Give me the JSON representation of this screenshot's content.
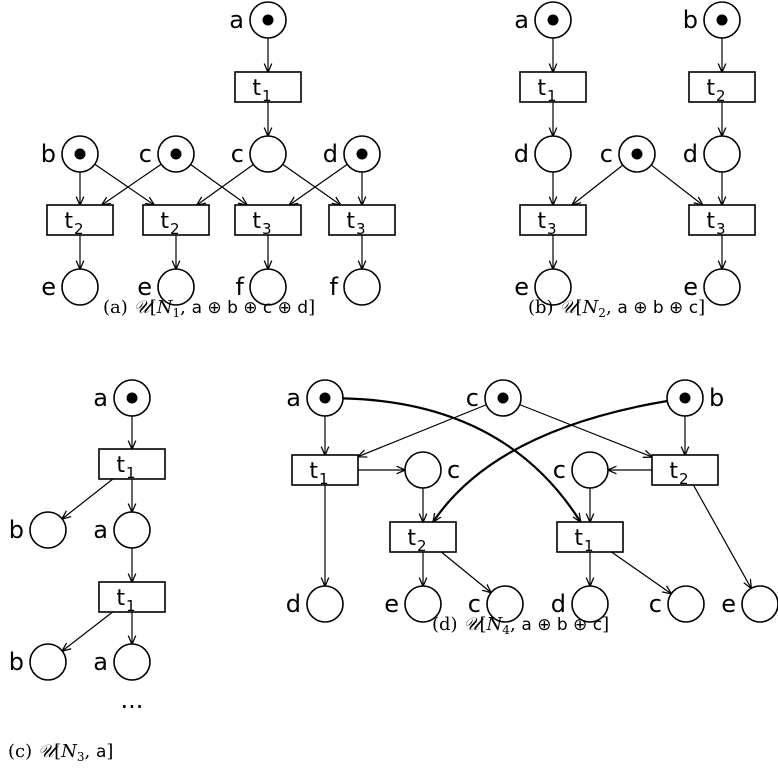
{
  "figures": [
    {
      "id": "a",
      "caption": {
        "prefix": "(a)",
        "u": "𝒰",
        "net": "N",
        "sub": "1",
        "marking": "a ⊕ b ⊕ c ⊕ d"
      },
      "places": [
        {
          "id": "a_a",
          "label": "a",
          "token": true
        },
        {
          "id": "a_b",
          "label": "b",
          "token": true
        },
        {
          "id": "a_c1",
          "label": "c",
          "token": true
        },
        {
          "id": "a_c2",
          "label": "c",
          "token": false
        },
        {
          "id": "a_d",
          "label": "d",
          "token": true
        },
        {
          "id": "a_e1",
          "label": "e",
          "token": false
        },
        {
          "id": "a_e2",
          "label": "e",
          "token": false
        },
        {
          "id": "a_f1",
          "label": "f",
          "token": false
        },
        {
          "id": "a_f2",
          "label": "f",
          "token": false
        }
      ],
      "transitions": [
        {
          "id": "a_t1",
          "name": "t",
          "sub": "1"
        },
        {
          "id": "a_t2a",
          "name": "t",
          "sub": "2"
        },
        {
          "id": "a_t2b",
          "name": "t",
          "sub": "2"
        },
        {
          "id": "a_t3a",
          "name": "t",
          "sub": "3"
        },
        {
          "id": "a_t3b",
          "name": "t",
          "sub": "3"
        }
      ]
    },
    {
      "id": "b",
      "caption": {
        "prefix": "(b)",
        "u": "𝒰",
        "net": "N",
        "sub": "2",
        "marking": "a ⊕ b ⊕ c"
      },
      "places": [
        {
          "id": "b_a",
          "label": "a",
          "token": true
        },
        {
          "id": "b_b",
          "label": "b",
          "token": true
        },
        {
          "id": "b_d1",
          "label": "d",
          "token": false
        },
        {
          "id": "b_c",
          "label": "c",
          "token": true
        },
        {
          "id": "b_d2",
          "label": "d",
          "token": false
        },
        {
          "id": "b_e1",
          "label": "e",
          "token": false
        },
        {
          "id": "b_e2",
          "label": "e",
          "token": false
        }
      ],
      "transitions": [
        {
          "id": "b_t1",
          "name": "t",
          "sub": "1"
        },
        {
          "id": "b_t2",
          "name": "t",
          "sub": "2"
        },
        {
          "id": "b_t3a",
          "name": "t",
          "sub": "3"
        },
        {
          "id": "b_t3b",
          "name": "t",
          "sub": "3"
        }
      ]
    },
    {
      "id": "c",
      "caption": {
        "prefix": "(c)",
        "u": "𝒰",
        "net": "N",
        "sub": "3",
        "marking": "a"
      },
      "places": [
        {
          "id": "c_a0",
          "label": "a",
          "token": true
        },
        {
          "id": "c_b1",
          "label": "b",
          "token": false
        },
        {
          "id": "c_a1",
          "label": "a",
          "token": false
        },
        {
          "id": "c_b2",
          "label": "b",
          "token": false
        },
        {
          "id": "c_a2",
          "label": "a",
          "token": false
        }
      ],
      "transitions": [
        {
          "id": "c_t1a",
          "name": "t",
          "sub": "1"
        },
        {
          "id": "c_t1b",
          "name": "t",
          "sub": "1"
        }
      ],
      "continuation": "..."
    },
    {
      "id": "d",
      "caption": {
        "prefix": "(d)",
        "u": "𝒰",
        "net": "N",
        "sub": "4",
        "marking": "a ⊕ b ⊕ c"
      },
      "places": [
        {
          "id": "d_a",
          "label": "a",
          "token": true
        },
        {
          "id": "d_c",
          "label": "c",
          "token": true
        },
        {
          "id": "d_b",
          "label": "b",
          "token": true
        },
        {
          "id": "d_c1",
          "label": "c",
          "token": false
        },
        {
          "id": "d_c2",
          "label": "c",
          "token": false
        },
        {
          "id": "d_d1",
          "label": "d",
          "token": false
        },
        {
          "id": "d_e1",
          "label": "e",
          "token": false
        },
        {
          "id": "d_c3",
          "label": "c",
          "token": false
        },
        {
          "id": "d_d2",
          "label": "d",
          "token": false
        },
        {
          "id": "d_c4",
          "label": "c",
          "token": false
        },
        {
          "id": "d_e2",
          "label": "e",
          "token": false
        }
      ],
      "transitions": [
        {
          "id": "d_t1a",
          "name": "t",
          "sub": "1"
        },
        {
          "id": "d_t2a",
          "name": "t",
          "sub": "2"
        },
        {
          "id": "d_t2b",
          "name": "t",
          "sub": "2"
        },
        {
          "id": "d_t1b",
          "name": "t",
          "sub": "1"
        }
      ]
    }
  ]
}
